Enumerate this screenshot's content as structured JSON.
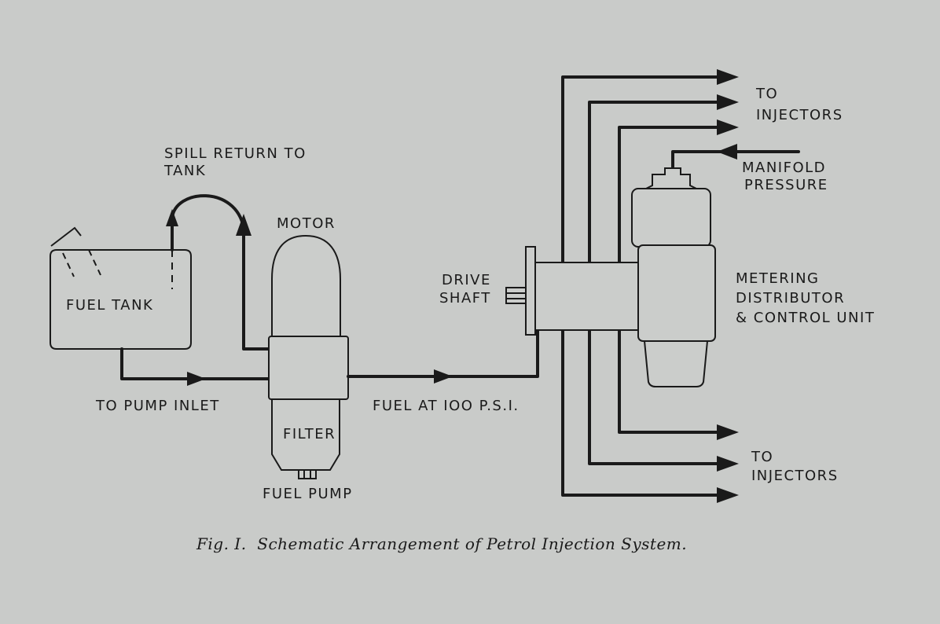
{
  "labels": {
    "spill_return_1": "SPILL RETURN TO",
    "spill_return_2": "TANK",
    "motor": "MOTOR",
    "fuel_tank": "FUEL TANK",
    "to_pump_inlet": "TO PUMP INLET",
    "filter": "FILTER",
    "fuel_pump": "FUEL PUMP",
    "fuel_at": "FUEL AT IOO P.S.I.",
    "drive_1": "DRIVE",
    "drive_2": "SHAFT",
    "to_inj_top_1": "TO",
    "to_inj_top_2": "INJECTORS",
    "manifold_1": "MANIFOLD",
    "manifold_2": "PRESSURE",
    "metering_1": "METERING",
    "metering_2": "DISTRIBUTOR",
    "metering_3": "& CONTROL UNIT",
    "to_inj_bot_1": "TO",
    "to_inj_bot_2": "INJECTORS"
  },
  "caption": "Fig. I.  Schematic Arrangement of Petrol Injection System."
}
